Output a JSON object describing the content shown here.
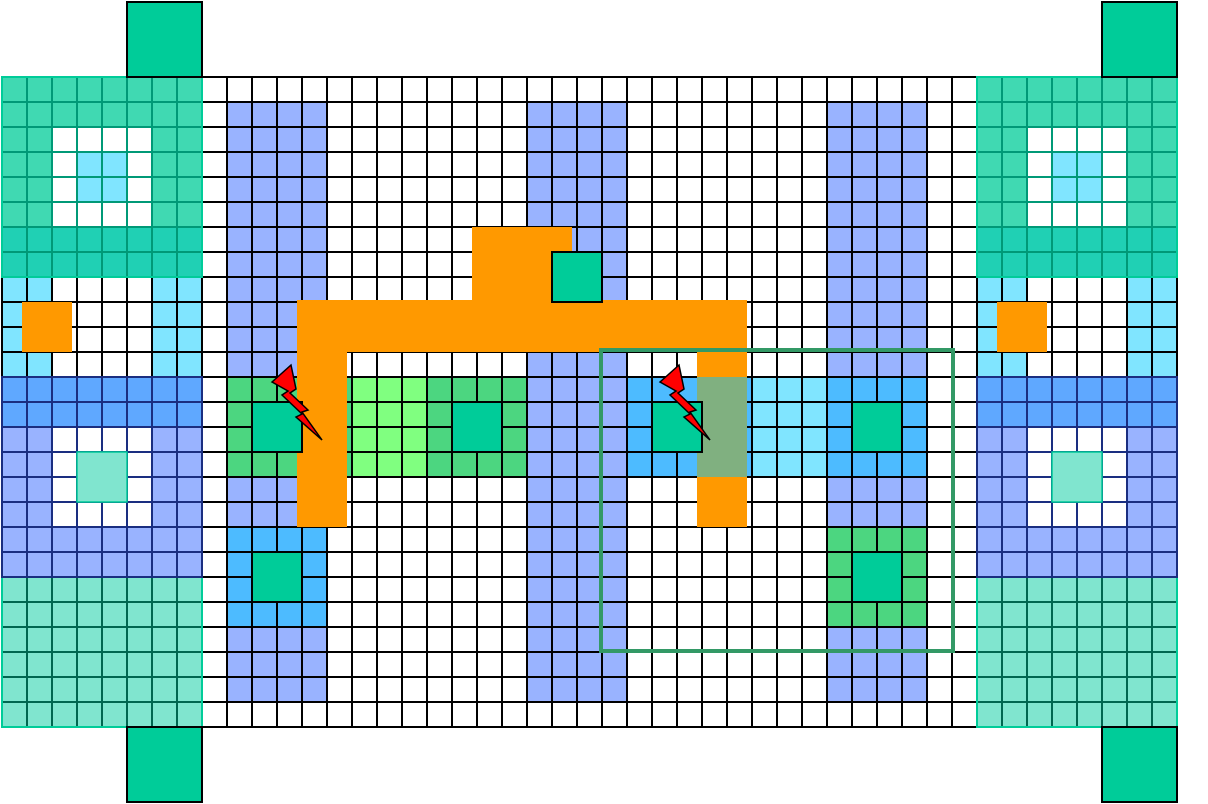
{
  "diagram": {
    "title": "",
    "colors": {
      "background": "#FFFFFF",
      "grid_line": "#000000",
      "pad": "#00CC99",
      "teal_light": "#40D9B2",
      "teal_dark": "#20D0B4",
      "teal_line": "#009977",
      "cyan": "#80E5FF",
      "blue": "#5FA8FF",
      "blue_line": "#1A2E80",
      "periwinkle": "#99B3FF",
      "mint": "#80E5CF",
      "mint_line": "#006650",
      "green": "#4CD680",
      "green_light": "#80FF80",
      "sky": "#4DBBFF",
      "orange": "#FF9900",
      "overlap": "#80B080",
      "bolt": "#FF0000",
      "selection": "#339966"
    },
    "components": [
      "io-pad",
      "guard-ring",
      "diffusion-column",
      "device-cell",
      "orange-route",
      "esd-bolt",
      "selection-box"
    ]
  }
}
